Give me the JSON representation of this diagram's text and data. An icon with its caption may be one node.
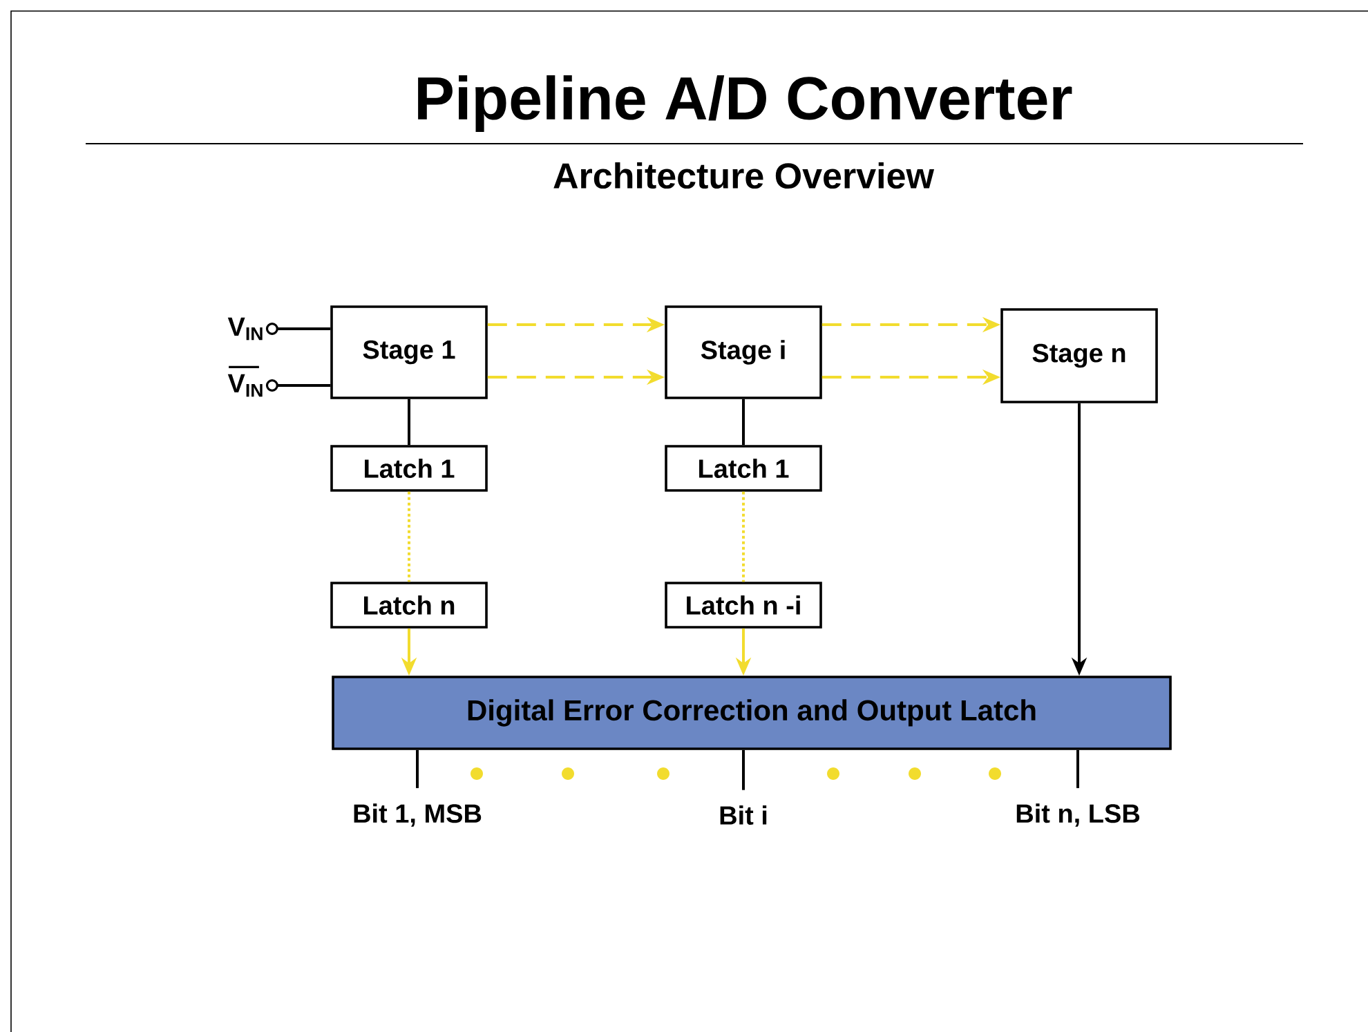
{
  "diagram": {
    "title": "Pipeline A/D Converter",
    "caption": "Architecture Overview",
    "nodes": [
      {
        "text": [
          "V$_{IN}$"
        ]
      },
      {
        "text": [
          "V$_{IN}$"
        ]
      },
      {
        "text": [
          "Stage 1"
        ]
      },
      {
        "text": [
          "Stage i"
        ]
      },
      {
        "text": [
          "Stage n"
        ]
      },
      {
        "text": [
          "Latch 1"
        ]
      },
      {
        "text": [
          "Latch 1"
        ]
      },
      {
        "text": [
          "Latch n"
        ]
      },
      {
        "text": [
          "Latch  n -i"
        ]
      },
      {
        "text": [
          "Digital  Error  Correction  and  Output  Latch"
        ]
      },
      {
        "text": [
          "Bit 1, MSB"
        ]
      },
      {
        "text": [
          "Bit i"
        ]
      },
      {
        "text": [
          "Bit n, LSB"
        ]
      }
    ],
    "edges": [
      {
        "from": 0,
        "to": 2,
        "arrow": "other"
      },
      {
        "from": 1,
        "to": 2,
        "arrow": "other"
      },
      {
        "from": 2,
        "to": 3,
        "arrow": "to",
        "style": "dashed",
        "color": "#f2dc2e"
      },
      {
        "from": 2,
        "to": 3,
        "arrow": "to",
        "style": "dashed",
        "color": "#f2dc2e"
      },
      {
        "from": 3,
        "to": 4,
        "arrow": "to",
        "style": "dashed",
        "color": "#f2dc2e"
      },
      {
        "from": 3,
        "to": 4,
        "arrow": "to",
        "style": "dashed",
        "color": "#f2dc2e"
      },
      {
        "from": 2,
        "to": 5,
        "arrow": "none"
      },
      {
        "from": 3,
        "to": 6,
        "arrow": "none"
      },
      {
        "from": 5,
        "to": 7,
        "arrow": "none",
        "style": "dashed",
        "color": "#f2dc2e"
      },
      {
        "from": 6,
        "to": 8,
        "arrow": "none",
        "style": "dashed",
        "color": "#f2dc2e"
      },
      {
        "from": 7,
        "to": 9,
        "arrow": "to",
        "color": "#f2dc2e"
      },
      {
        "from": 8,
        "to": 9,
        "arrow": "to",
        "color": "#f2dc2e"
      },
      {
        "from": 4,
        "to": 9,
        "arrow": "to"
      },
      {
        "from": 9,
        "to": 10,
        "arrow": "none"
      },
      {
        "from": 9,
        "to": 11,
        "arrow": "none"
      },
      {
        "from": 9,
        "to": 12,
        "arrow": "none"
      }
    ]
  }
}
